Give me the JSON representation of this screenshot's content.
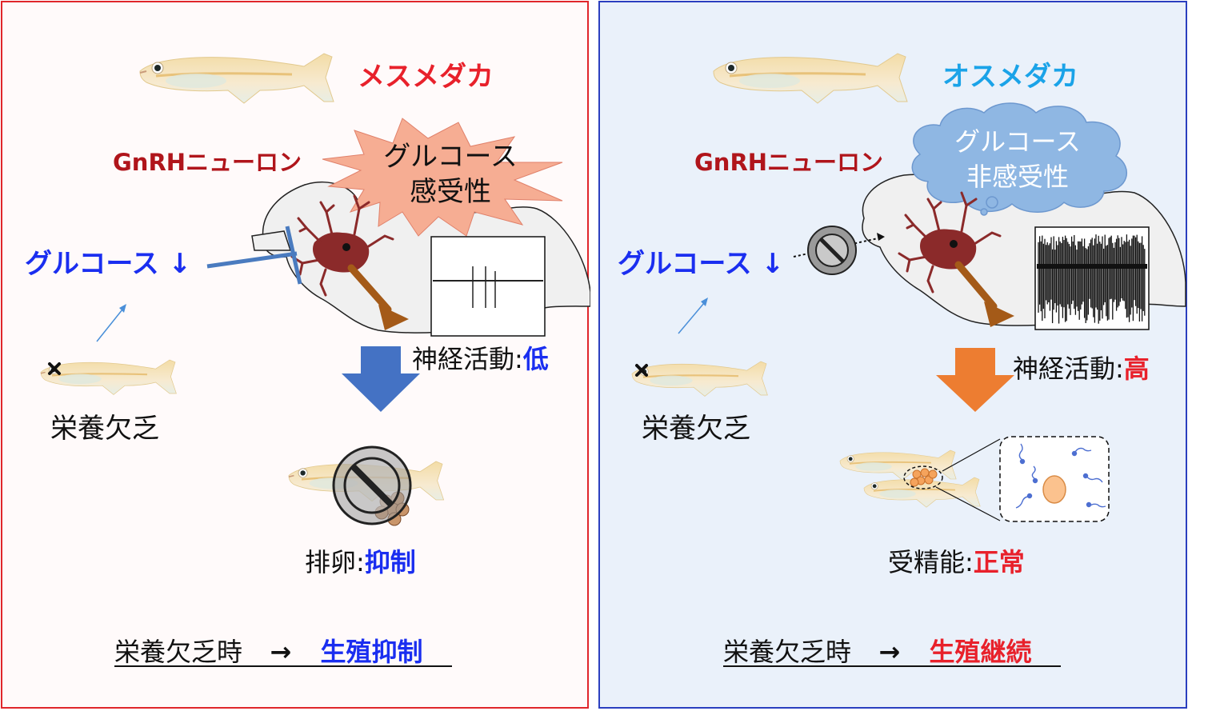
{
  "colors": {
    "female_title": "#e8212b",
    "male_title": "#1aa3e8",
    "neuron_label": "#b0151b",
    "glucose": "#1a2ef0",
    "low": "#1a2ef0",
    "high": "#e8212b",
    "spiky_fill": "#f6ad93",
    "cloud_fill": "#8fb7e3",
    "arrow_blue": "#4472c4",
    "arrow_orange": "#ed7d31",
    "left_border": "#e0262b",
    "right_border": "#2b3fbf"
  },
  "left": {
    "title": "メスメダカ",
    "neuron_label": "GnRHニューロン",
    "sensitivity": {
      "line1": "グルコース",
      "line2": "感受性"
    },
    "glucose": "グルコース",
    "glucose_arrow": "↓",
    "starvation": "栄養欠乏",
    "activity_label": "神経活動",
    "colon": ":",
    "activity_value": "低",
    "outcome_label": "排卵",
    "outcome_value": "抑制",
    "summary_prefix": "栄養欠乏時",
    "summary_arrow": "→",
    "summary_result": "生殖抑制"
  },
  "right": {
    "title": "オスメダカ",
    "neuron_label": "GnRHニューロン",
    "sensitivity": {
      "line1": "グルコース",
      "line2": "非感受性"
    },
    "glucose": "グルコース",
    "glucose_arrow": "↓",
    "starvation": "栄養欠乏",
    "activity_label": "神経活動",
    "colon": ":",
    "activity_value": "高",
    "outcome_label": "受精能",
    "outcome_value": "正常",
    "summary_prefix": "栄養欠乏時",
    "summary_arrow": "→",
    "summary_result": "生殖継続"
  },
  "icons": [
    "fish-icon",
    "brain-outline-icon",
    "neuron-icon",
    "prohibit-icon",
    "down-arrow-icon",
    "spike-trace-icon",
    "egg-icon",
    "sperm-icon"
  ]
}
